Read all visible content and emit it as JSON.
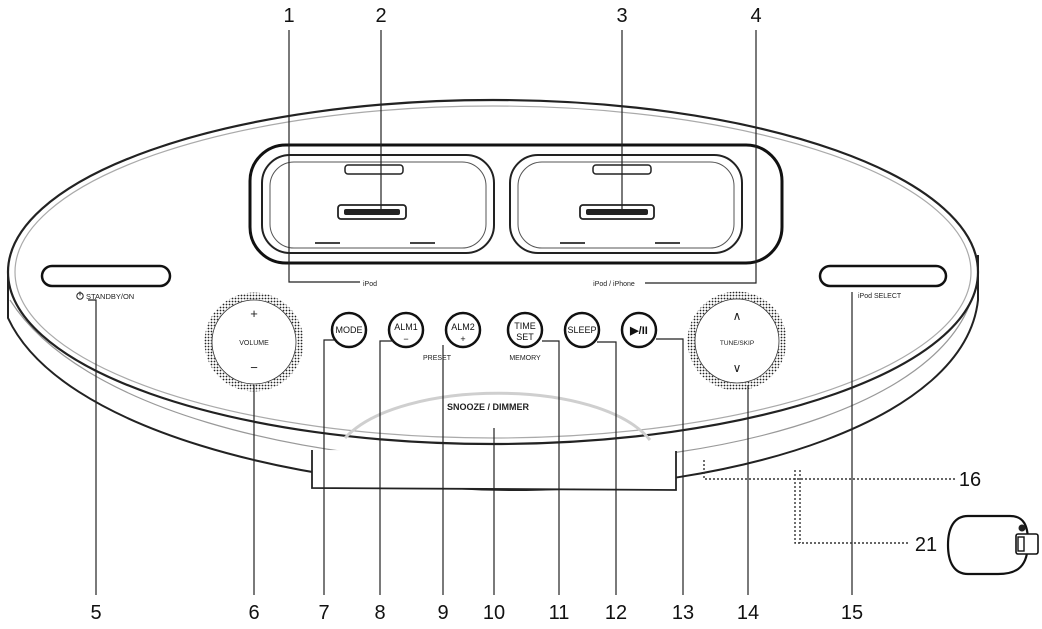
{
  "callouts": {
    "n1": "1",
    "n2": "2",
    "n3": "3",
    "n4": "4",
    "n5": "5",
    "n6": "6",
    "n7": "7",
    "n8": "8",
    "n9": "9",
    "n10": "10",
    "n11": "11",
    "n12": "12",
    "n13": "13",
    "n14": "14",
    "n15": "15",
    "n16": "16",
    "n21": "21"
  },
  "labels": {
    "ipod": "iPod",
    "ipod_iphone": "iPod / iPhone",
    "standby": "STANDBY/ON",
    "ipod_select": "iPod SELECT",
    "volume": "VOLUME",
    "volume_plus": "+",
    "volume_minus": "−",
    "tune_skip": "TUNE/SKIP",
    "tune_up": "∧",
    "tune_down": "∨",
    "preset": "PRESET",
    "memory": "MEMORY",
    "snooze": "SNOOZE / DIMMER"
  },
  "buttons": {
    "mode": "MODE",
    "alm1": "ALM1",
    "alm1_sub": "−",
    "alm2": "ALM2",
    "alm2_sub": "+",
    "time": "TIME",
    "time_sub": "SET",
    "sleep": "SLEEP",
    "play": "▶/II"
  },
  "icons": [
    "power-icon",
    "dock-connector-icon",
    "play-pause-icon",
    "arrow-up-icon",
    "arrow-down-icon"
  ],
  "colors": {
    "line": "#222222",
    "background": "#ffffff"
  }
}
